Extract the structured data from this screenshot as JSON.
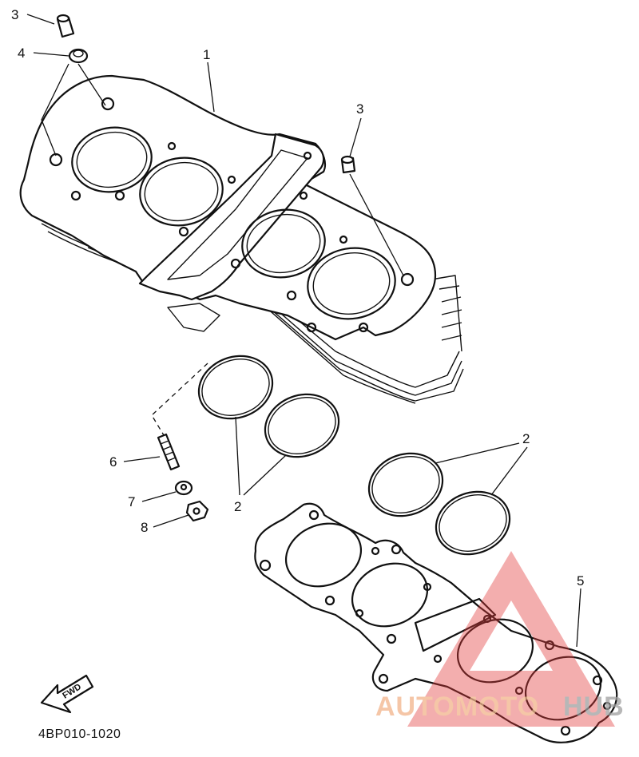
{
  "diagram": {
    "code": "4BP010-1020",
    "fwd_label": "FWD",
    "callouts": {
      "c1": "1",
      "c2a": "2",
      "c2b": "2",
      "c3a": "3",
      "c3b": "3",
      "c4": "4",
      "c5": "5",
      "c6": "6",
      "c7": "7",
      "c8": "8"
    }
  },
  "watermark": {
    "part1": "AUTOMOTO",
    "part2": "HUB",
    "colors": {
      "triangle": "#e23a3a",
      "text_orange": "#f2b38a",
      "text_grey": "#a0a0a0"
    }
  }
}
